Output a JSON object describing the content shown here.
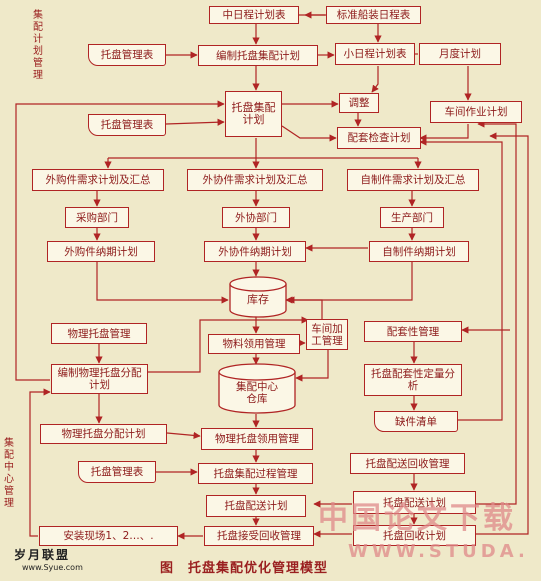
{
  "side_labels": {
    "top": "集配计划管理",
    "bottom": "集配中心管理"
  },
  "boxes": {
    "b1": "中日程计划表",
    "b2": "标准船装日程表",
    "b3": "托盘管理表",
    "b4": "编制托盘集配计划",
    "b5": "小日程计划表",
    "b6": "月度计划",
    "b7": "托盘集配计划",
    "b8": "调整",
    "b9": "车间作业计划",
    "b10": "托盘管理表",
    "b11": "配套检查计划",
    "b12": "外购件需求计划及汇总",
    "b13": "外协件需求计划及汇总",
    "b14": "自制件需求计划及汇总",
    "b15": "采购部门",
    "b16": "外协部门",
    "b17": "生产部门",
    "b18": "外购件纳期计划",
    "b19": "外协件纳期计划",
    "b20": "自制件纳期计划",
    "b21": "库存",
    "b22": "物理托盘管理",
    "b23": "物料领用管理",
    "b24": "车间加工管理",
    "b25": "配套性管理",
    "b26": "编制物理托盘分配计划",
    "b27": "集配中心仓库",
    "b28": "托盘配套性定量分析",
    "b29": "缺件清单",
    "b30": "物理托盘分配计划",
    "b31": "物理托盘领用管理",
    "b32": "托盘管理表",
    "b33": "托盘集配过程管理",
    "b34": "托盘配送回收管理",
    "b35": "托盘配送计划",
    "b36": "托盘配送计划",
    "b37": "安装现场1、2…、.",
    "b38": "托盘接受回收管理",
    "b39": "托盘回收计划"
  },
  "caption": "图　托盘集配优化管理模型",
  "watermark": {
    "cn": "中国论文下载",
    "url": "WWW.STUDA.",
    "site": "岁月联盟",
    "site_url": "www.Syue.com"
  },
  "colors": {
    "line": "#b02424",
    "background": "#efe9c9",
    "box": "#fbf7e6",
    "text": "#8d1a1a"
  }
}
